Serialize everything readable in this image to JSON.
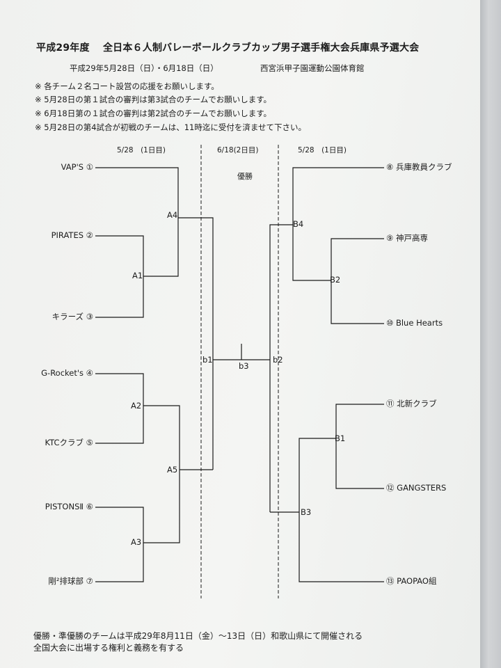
{
  "header": {
    "title": "平成29年度　 全日本６人制バレーボールクラブカップ男子選手権大会兵庫県予選大会",
    "date": "平成29年5月28日（日）・6月18日（日）",
    "venue": "西宮浜甲子園運動公園体育館"
  },
  "notes": [
    "※ 各チーム２名コート設営の応援をお願いします。",
    "※ 5月28日の第１試合の審判は第3試合のチームでお願いします。",
    "※ 6月18日第の１試合の審判は第2試合のチームでお願いします。",
    "※ 5月28日の第4試合が初戦のチームは、11時迄に受付を済ませて下さい。"
  ],
  "days": {
    "left": "5/28　(1日目)",
    "center": "6/18(2日目)",
    "right": "5/28　(1日目)"
  },
  "final_label": "優勝",
  "teams_left": [
    "VAP'S ①",
    "PIRATES ②",
    "キラーズ ③",
    "G-Rocket's ④",
    "KTCクラブ ⑤",
    "PISTONSⅡ ⑥",
    "剛²排球部 ⑦"
  ],
  "teams_right": [
    "⑧ 兵庫教員クラブ",
    "⑨ 神戸高専",
    "⑩ Blue Hearts",
    "⑪ 北新クラブ",
    "⑫ GANGSTERS",
    "⑬ PAOPAO組"
  ],
  "matches": {
    "A1": "A1",
    "A2": "A2",
    "A3": "A3",
    "A4": "A4",
    "A5": "A5",
    "B1": "B1",
    "B2": "B2",
    "B3": "B3",
    "B4": "B4",
    "b1": "b1",
    "b2": "b2",
    "b3": "b3"
  },
  "footer": [
    "優勝・準優勝のチームは平成29年8月11日（金）～13日（日）和歌山県にて開催される",
    "全国大会に出場する権利と義務を有する"
  ]
}
